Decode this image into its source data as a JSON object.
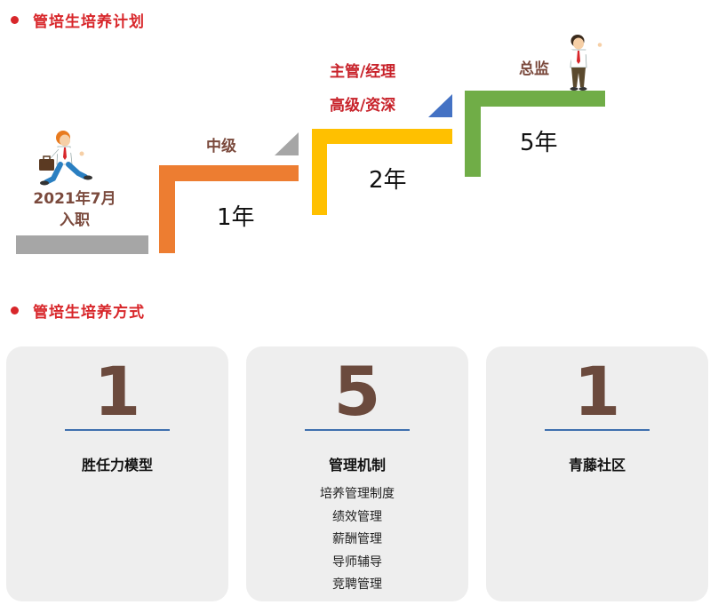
{
  "section1": {
    "title": "管培生培养计划"
  },
  "timeline": {
    "start_label_line1": "2021年7月",
    "start_label_line2": "入职",
    "step1": {
      "level": "中级",
      "years": "1年"
    },
    "step2": {
      "level_line1": "主管/经理",
      "level_line2": "高级/资深",
      "years": "2年"
    },
    "step3": {
      "level": "总监",
      "years": "5年"
    }
  },
  "section2": {
    "title": "管培生培养方式"
  },
  "cards": [
    {
      "number": "1",
      "title": "胜任力模型",
      "items": []
    },
    {
      "number": "5",
      "title": "管理机制",
      "items": [
        "培养管理制度",
        "绩效管理",
        "薪酬管理",
        "导师辅导",
        "竞聘管理"
      ]
    },
    {
      "number": "1",
      "title": "青藤社区",
      "items": []
    }
  ],
  "colors": {
    "accent_red": "#d8262a",
    "step_gray": "#a6a6a6",
    "step_orange": "#ed7d31",
    "step_yellow": "#ffc000",
    "step_green": "#70ad47",
    "triangle_gray": "#a6a6a6",
    "triangle_blue": "#4472c4",
    "number_brown": "#6b4a3d",
    "card_bg": "#eeeeee"
  }
}
